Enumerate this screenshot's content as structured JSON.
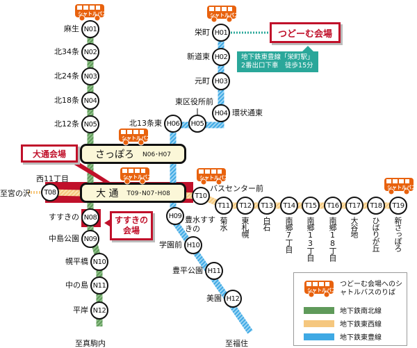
{
  "colors": {
    "namboku": "#5f9a5a",
    "tozai": "#f5c77e",
    "toho": "#3fa9e4",
    "venue_red": "#c0102a",
    "bus": "#e8620e",
    "tip": "#2aa79a"
  },
  "namboku": [
    {
      "code": "N01",
      "name": "麻生"
    },
    {
      "code": "N02",
      "name": "北34条"
    },
    {
      "code": "N03",
      "name": "北24条"
    },
    {
      "code": "N04",
      "name": "北18条"
    },
    {
      "code": "N05",
      "name": "北12条"
    },
    {
      "code": "N08",
      "name": "すすきの"
    },
    {
      "code": "N09",
      "name": "中島公園"
    },
    {
      "code": "N10",
      "name": "幌平橋"
    },
    {
      "code": "N11",
      "name": "中の島"
    },
    {
      "code": "N12",
      "name": "平岸"
    }
  ],
  "toho": [
    {
      "code": "H01",
      "name": "栄町"
    },
    {
      "code": "H02",
      "name": "新道東"
    },
    {
      "code": "H03",
      "name": "元町"
    },
    {
      "code": "H04",
      "name": "環状通東"
    },
    {
      "code": "H05",
      "name": "東区役所前"
    },
    {
      "code": "H06",
      "name": "北13条東"
    },
    {
      "code": "H09",
      "name": "豊水すすきの"
    },
    {
      "code": "H10",
      "name": "学園前"
    },
    {
      "code": "H11",
      "name": "豊平公園"
    },
    {
      "code": "H12",
      "name": "美園"
    }
  ],
  "tozai": [
    {
      "code": "T08",
      "name": "西11丁目"
    },
    {
      "code": "T10",
      "name": "バスセンター前"
    },
    {
      "code": "T11",
      "name": "菊水"
    },
    {
      "code": "T12",
      "name": "東札幌"
    },
    {
      "code": "T13",
      "name": "白石"
    },
    {
      "code": "T14",
      "name": "南郷7丁目"
    },
    {
      "code": "T15",
      "name": "南郷13丁目"
    },
    {
      "code": "T16",
      "name": "南郷18丁目"
    },
    {
      "code": "T17",
      "name": "大谷地"
    },
    {
      "code": "T18",
      "name": "ひばりが丘"
    },
    {
      "code": "T19",
      "name": "新さっぽろ"
    }
  ],
  "sapporo": {
    "name": "さっぽろ",
    "codes": "N06･H07"
  },
  "odori": {
    "name": "大 通",
    "codes": "T09･N07･H08"
  },
  "termini": {
    "miyanosawa": "至宮の沢",
    "makomanai": "至真駒内",
    "fukuzumi": "至福住"
  },
  "venues": {
    "odori": "大通会場",
    "susukino": "すすきの会場",
    "tsudome": "つどーむ会場"
  },
  "tip": {
    "line1": "地下鉄東豊線「栄町駅」",
    "line2": "2番出口下車　徒歩15分"
  },
  "bus_label": "シャトルバス",
  "legend": {
    "bus": "つどーむ会場へのシャトルバスのりば",
    "namboku": "地下鉄南北線",
    "tozai": "地下鉄東西線",
    "toho": "地下鉄東豊線"
  }
}
